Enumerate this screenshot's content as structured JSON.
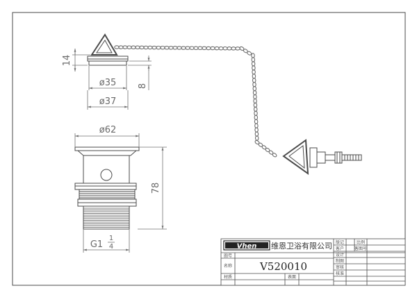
{
  "drawing": {
    "dimensions": {
      "height_top": "14",
      "d35": "ø35",
      "d37": "ø37",
      "gap": "8",
      "d62": "ø62",
      "height_body": "78",
      "thread_main": "G1",
      "thread_num": "1",
      "thread_den": "4"
    }
  },
  "title_block": {
    "logo": "Vhen",
    "company": "维恩卫浴有限公司",
    "labels": {
      "version": "版记",
      "client": "客户",
      "design": "设计",
      "draft": "制图",
      "review": "审核",
      "approve": "核准",
      "scale": "比例",
      "client_no": "客图号",
      "drawing_no": "图号",
      "name": "名称",
      "material": "材质",
      "surface": "表面"
    },
    "model_no": "V520010"
  },
  "colors": {
    "line": "#4a4a4a",
    "chain": "#6e6e6e",
    "dim": "#707070",
    "background": "#ffffff"
  }
}
